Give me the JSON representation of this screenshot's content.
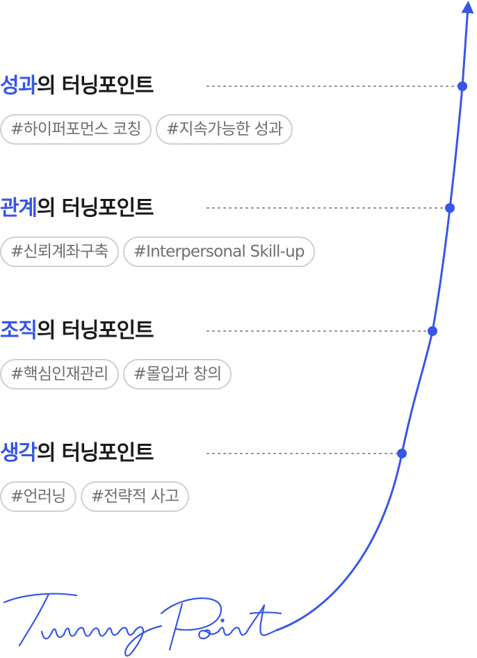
{
  "sections": [
    {
      "highlight": "성과",
      "rest": "의 터닝포인트",
      "tags": [
        "#하이퍼포먼스 코칭",
        "#지속가능한 성과"
      ]
    },
    {
      "highlight": "관계",
      "rest": "의 터닝포인트",
      "tags": [
        "#신뢰계좌구축",
        "#Interpersonal Skill-up"
      ]
    },
    {
      "highlight": "조직",
      "rest": "의 터닝포인트",
      "tags": [
        "#핵심인재관리",
        "#몰입과 창의"
      ]
    },
    {
      "highlight": "생각",
      "rest": "의 터닝포인트",
      "tags": [
        "#언러닝",
        "#전략적 사고"
      ]
    }
  ],
  "signature": "Turning Point",
  "colors": {
    "accent": "#3656e6",
    "title": "#1a1a1a",
    "tag_text": "#6f6f6f",
    "tag_border": "#cfcfcf",
    "leader": "#8c8c8c"
  }
}
